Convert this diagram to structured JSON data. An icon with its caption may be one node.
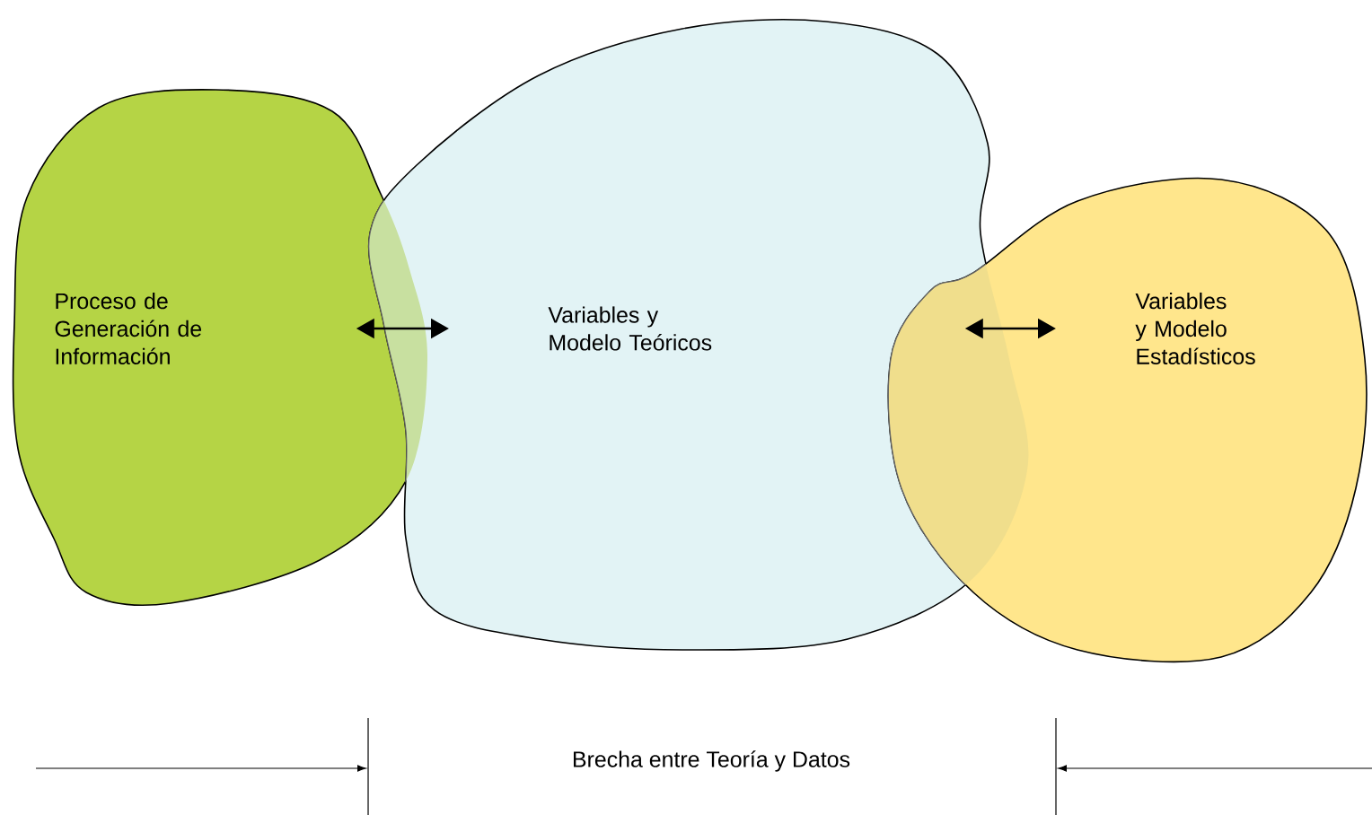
{
  "diagram": {
    "nodes": [
      {
        "text": [
          "Proceso de Generación de Información"
        ]
      },
      {
        "text": [
          "Variables y Modelo Teóricos"
        ]
      },
      {
        "text": [
          "Variables y Modelo Estadísticos"
        ]
      }
    ],
    "edges": [
      {
        "from": 0,
        "to": 1,
        "arrow": "both"
      },
      {
        "from": 1,
        "to": 2,
        "arrow": "both"
      }
    ],
    "labels": [
      "Brecha entre Teoría y Datos"
    ]
  }
}
